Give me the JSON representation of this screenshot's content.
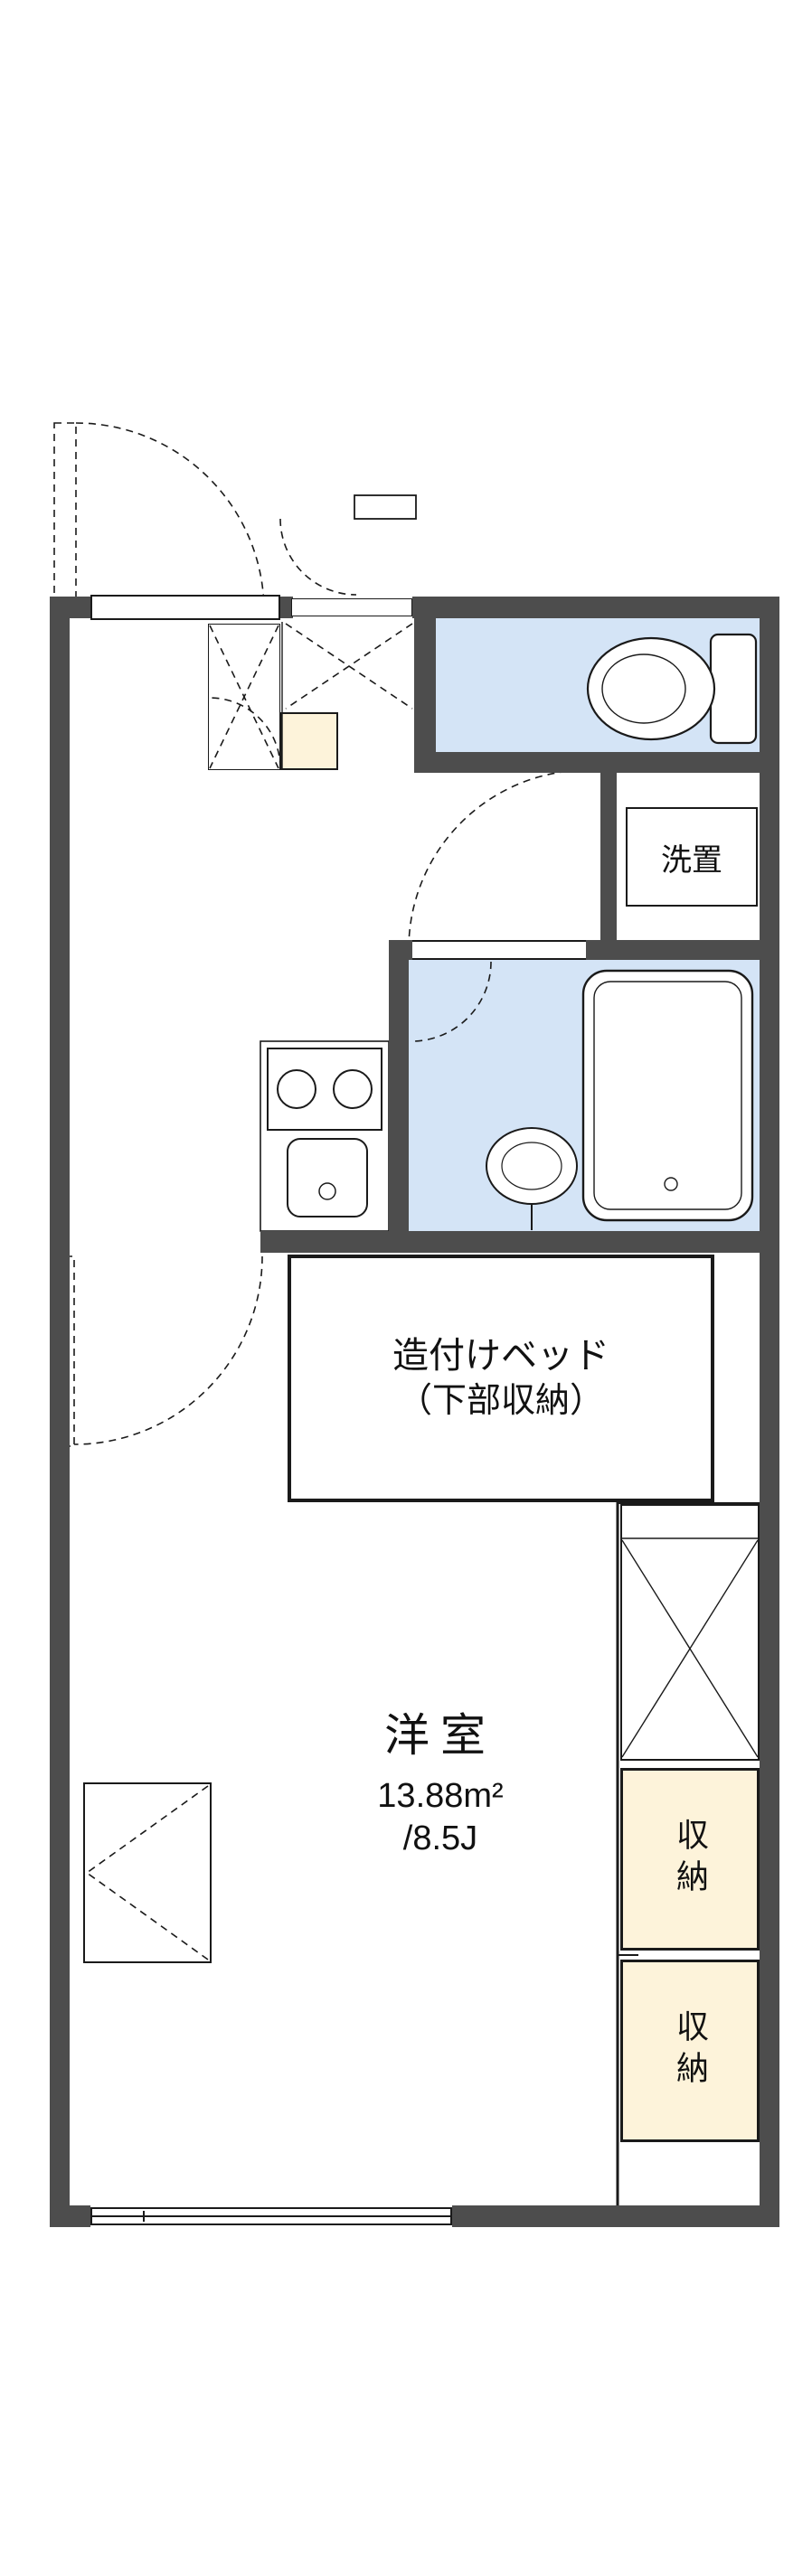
{
  "palette": {
    "wall": "#4d4d4d",
    "outline": "#1a1a1a",
    "wet_area_blue": "#d4e4f6",
    "storage_cream": "#fdf3da"
  },
  "labels": {
    "main_room_name": "洋室",
    "main_room_area_m2": "13.88m²",
    "main_room_area_jo": "/8.5J",
    "built_in_bed_line1": "造付けベッド",
    "built_in_bed_line2": "（下部収納）",
    "washer_space": "洗置",
    "storage_upper": "収納",
    "storage_lower": "収納"
  },
  "fixtures": [
    "entry-door-swing-icon",
    "service-door-swing-icon",
    "shoe-cabinet-icon",
    "toilet-icon",
    "washing-machine-space-icon",
    "bath-door-swing-icon",
    "bathtub-icon",
    "wash-bowl-icon",
    "stove-burners-icon",
    "kitchen-sink-icon",
    "room-door-swing-icon",
    "built-in-bed",
    "closet-icon",
    "storage-icon",
    "window-icon"
  ]
}
